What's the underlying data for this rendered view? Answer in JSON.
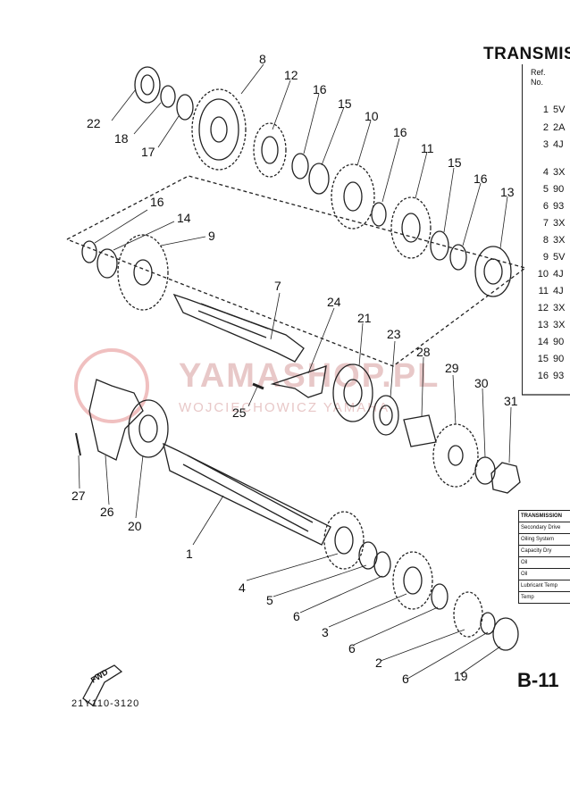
{
  "header": {
    "title": "TRANSMIS",
    "ref_label_1": "Ref.",
    "ref_label_2": "No."
  },
  "ref_rows": [
    {
      "n": "1",
      "code": "5V"
    },
    {
      "n": "2",
      "code": "2A"
    },
    {
      "n": "3",
      "code": "4J"
    },
    {
      "n": "4",
      "code": "3X"
    },
    {
      "n": "5",
      "code": "90"
    },
    {
      "n": "6",
      "code": "93"
    },
    {
      "n": "7",
      "code": "3X"
    },
    {
      "n": "8",
      "code": "3X"
    },
    {
      "n": "9",
      "code": "5V"
    },
    {
      "n": "10",
      "code": "4J"
    },
    {
      "n": "11",
      "code": "4J"
    },
    {
      "n": "12",
      "code": "3X"
    },
    {
      "n": "13",
      "code": "3X"
    },
    {
      "n": "14",
      "code": "90"
    },
    {
      "n": "15",
      "code": "90"
    },
    {
      "n": "16",
      "code": "93"
    }
  ],
  "callouts": [
    "8",
    "12",
    "16",
    "15",
    "10",
    "16",
    "11",
    "15",
    "16",
    "13",
    "22",
    "18",
    "17",
    "16",
    "14",
    "9",
    "7",
    "24",
    "21",
    "23",
    "28",
    "29",
    "30",
    "31",
    "25",
    "20",
    "27",
    "26",
    "1",
    "4",
    "5",
    "6",
    "3",
    "6",
    "2",
    "6",
    "19"
  ],
  "watermark": {
    "brand": "YAMASHOP.PL",
    "sub": "WOJCIECHOWICZ YAMAHA"
  },
  "spec_table": [
    "TRANSMISSION",
    "Secondary Drive",
    "Oiling System",
    "Capacity Dry",
    "Oil",
    "Oil",
    "Lubricant Temp",
    "Temp"
  ],
  "footer": {
    "page": "B-11",
    "part_number": "21Y110-3120",
    "fwd_label": "FWD"
  }
}
